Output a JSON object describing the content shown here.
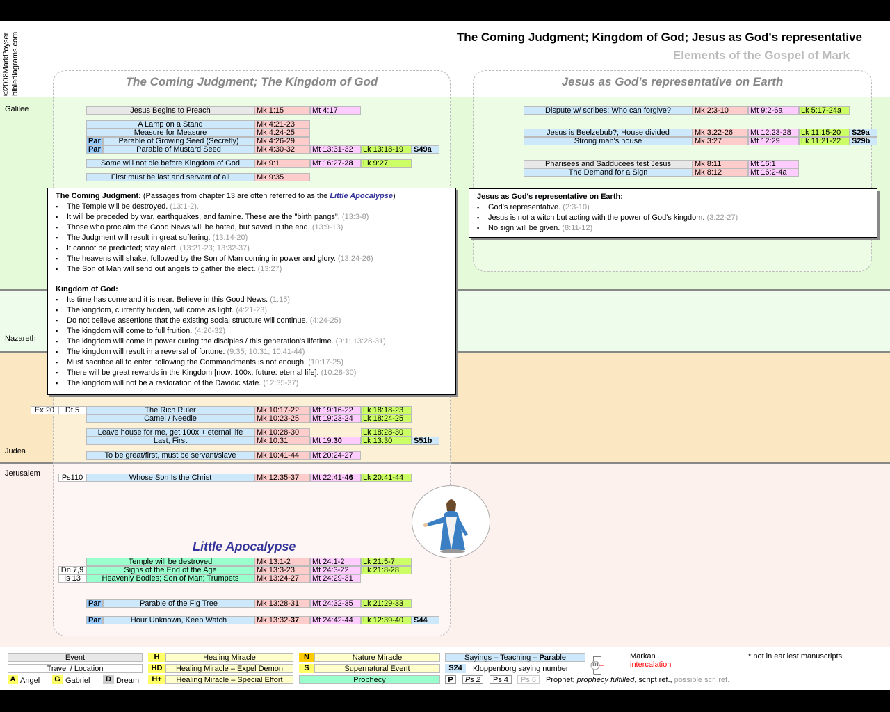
{
  "header": {
    "title": "The Coming Judgment; Kingdom of God; Jesus as God's representative",
    "subtitle": "Elements of the Gospel of Mark",
    "credit1": "©2008MarkPoyser",
    "credit2": "biblediagrams.com"
  },
  "locations": {
    "galilee": "Galilee",
    "nazareth": "Nazareth",
    "judea": "Judea",
    "jerusalem": "Jerusalem"
  },
  "panels": {
    "left_title": "The Coming Judgment; The Kingdom of God",
    "right_title": "Jesus as God's representative on Earth",
    "little_apocalypse": "Little Apocalypse"
  },
  "colors": {
    "teaching": "#cce8fa",
    "event": "#e8e8e8",
    "prophecy": "#99ffcc",
    "mk": "#ffcccc",
    "mt": "#ffccff",
    "lk": "#ccff66",
    "par": "#99ccff"
  },
  "par_label": "Par",
  "left_rows": [
    {
      "label": "Jesus Begins to Preach",
      "type": "event",
      "mk": "Mk 1:15",
      "mt": "Mt 4:17"
    },
    {
      "label": "A Lamp on a Stand",
      "type": "teaching",
      "mk": "Mk 4:21-23"
    },
    {
      "label": "Measure for Measure",
      "type": "teaching",
      "mk": "Mk 4:24-25"
    },
    {
      "label": "Parable of Growing Seed (Secretly)",
      "type": "teaching",
      "par": true,
      "mk": "Mk 4:26-29"
    },
    {
      "label": "Parable of Mustard Seed",
      "type": "teaching",
      "par": true,
      "mk": "Mk 4:30-32",
      "mt": "Mt 13:31-32",
      "lk": "Lk 13:18-19",
      "s": "S49a"
    },
    {
      "label": "Some will not die before Kingdom of God",
      "type": "teaching",
      "mk": "Mk 9:1",
      "mt": "Mt 16:27-",
      "mt_b": "28",
      "lk": "Lk 9:27"
    },
    {
      "label": "First must be last and servant of all",
      "type": "teaching",
      "mk": "Mk 9:35"
    },
    {
      "label": "The Rich Ruler",
      "type": "teaching",
      "mk": "Mk 10:17-22",
      "mt": "Mt 19:16-22",
      "lk": "Lk 18:18-23",
      "ot": [
        "Ex 20",
        "Dt 5"
      ]
    },
    {
      "label": "Camel / Needle",
      "type": "teaching",
      "mk": "Mk 10:23-25",
      "mt": "Mt 19:23-24",
      "lk": "Lk 18:24-25"
    },
    {
      "label": "Leave house for me, get 100x + eternal life",
      "type": "teaching",
      "mk": "Mk 10:28-30",
      "lk": "Lk 18:28-30"
    },
    {
      "label": "Last, First",
      "type": "teaching",
      "mk": "Mk 10:31",
      "mt": "Mt 19:",
      "mt_b": "30",
      "lk": "Lk 13:30",
      "s": "S51b"
    },
    {
      "label": "To be great/first, must be servant/slave",
      "type": "teaching",
      "mk": "Mk 10:41-44",
      "mt": "Mt 20:24-27"
    },
    {
      "label": "Whose Son Is the Christ",
      "type": "teaching",
      "mk": "Mk 12:35-37",
      "mt": "Mt 22:41-",
      "mt_b": "46",
      "lk": "Lk 20:41-44",
      "ot": [
        null,
        "Ps110"
      ]
    },
    {
      "label": "Temple will be destroyed",
      "type": "prophecy",
      "mk": "Mk 13:1-2",
      "mt": "Mt 24:1-2",
      "lk": "Lk 21:5-7"
    },
    {
      "label": "Signs of the End of the Age",
      "type": "prophecy",
      "mk": "Mk 13:3-23",
      "mt": "Mt 24:3-22",
      "lk": "Lk 21:8-28",
      "ot": [
        null,
        "Dn 7,9"
      ]
    },
    {
      "label": "Heavenly Bodies; Son of Man; Trumpets",
      "type": "prophecy",
      "mk": "Mk 13:24-27",
      "mt": "Mt 24:29-31",
      "ot": [
        null,
        "Is 13"
      ]
    },
    {
      "label": "Parable of the Fig Tree",
      "type": "teaching",
      "par": true,
      "mk": "Mk 13:28-31",
      "mt": "Mt 24:32-35",
      "lk": "Lk 21:29-33"
    },
    {
      "label": "Hour Unknown, Keep Watch",
      "type": "teaching",
      "par": true,
      "mk": "Mk 13:32-",
      "mk_b": "37",
      "mt": "Mt 24:42-44",
      "lk": "Lk 12:39-40",
      "s": "S44"
    }
  ],
  "right_rows": [
    {
      "label": "Dispute w/ scribes: Who can forgive?",
      "type": "teaching",
      "mk": "Mk 2:3-10",
      "mt": "Mt 9:2-6a",
      "lk": "Lk 5:17-24a"
    },
    {
      "label": "Jesus is Beelzebub?;  House divided",
      "type": "teaching",
      "mk": "Mk 3:22-26",
      "mt": "Mt 12:23-28",
      "lk": "Lk 11:15-20",
      "s": "S29a"
    },
    {
      "label": "Strong man's house",
      "type": "teaching",
      "mk": "Mk 3:27",
      "mt": "Mt 12:29",
      "lk": "Lk 11:21-22",
      "s": "S29b"
    },
    {
      "label": "Pharisees and Sadducees test Jesus",
      "type": "event",
      "mk": "Mk 8:11",
      "mt": "Mt 16:1"
    },
    {
      "label": "The Demand for a Sign",
      "type": "teaching",
      "mk": "Mk 8:12",
      "mt": "Mt 16:2-4a"
    }
  ],
  "popup_left": {
    "judgment_title": "The Coming Judgment:",
    "judgment_intro": " (Passages from chapter 13 are often referred to as the ",
    "judgment_intro_em": "Little Apocalypse",
    "judgment_intro_end": ")",
    "judgment_items": [
      {
        "text": "The Temple will be destroyed. ",
        "ref": "(13:1-2)."
      },
      {
        "text": "It will be preceded by war, earthquakes, and famine.  These are the \"birth pangs\". ",
        "ref": "(13:3-8)"
      },
      {
        "text": "Those who proclaim the Good News will be hated, but saved in the end. ",
        "ref": "(13:9-13)"
      },
      {
        "text": "The Judgment will result in great suffering. ",
        "ref": "(13:14-20)"
      },
      {
        "text": "It cannot be predicted; stay alert. ",
        "ref": "(13:21-23; 13:32-37)"
      },
      {
        "text": "The heavens will shake, followed by the Son of Man coming in power and glory. ",
        "ref": "(13:24-26)"
      },
      {
        "text": "The Son of Man will send out angels to gather the elect. ",
        "ref": "(13:27)"
      }
    ],
    "kingdom_title": "Kingdom of God:",
    "kingdom_items": [
      {
        "text": "Its time has come and it is near.  Believe in this Good News. ",
        "ref": "(1:15)"
      },
      {
        "text": "The kingdom, currently hidden, will come as light. ",
        "ref": "(4:21-23)"
      },
      {
        "text": "Do not believe assertions that the existing social structure will continue. ",
        "ref": "(4:24-25)"
      },
      {
        "text": "The kingdom will come to full fruition. ",
        "ref": "(4:26-32)"
      },
      {
        "text": "The kingdom will come in power during the disciples / this generation's lifetime. ",
        "ref": "(9:1; 13:28-31)"
      },
      {
        "text": "The kingdom will result in a reversal of fortune. ",
        "ref": "(9:35; 10:31; 10:41-44)"
      },
      {
        "text": "Must sacrifice all to enter, following the Commandments is not enough. ",
        "ref": "(10:17-25)"
      },
      {
        "text": "There will be great rewards in the Kingdom [now: 100x, future: eternal life]. ",
        "ref": "(10:28-30)"
      },
      {
        "text": "The kingdom will not be a restoration of the Davidic state. ",
        "ref": "(12:35-37)"
      }
    ]
  },
  "popup_right": {
    "title": "Jesus as God's representative on Earth:",
    "items": [
      {
        "text": "God's representative. ",
        "ref": "(2:3-10)"
      },
      {
        "text": "Jesus is not a witch but acting with the power of God's kingdom. ",
        "ref": "(3:22-27)"
      },
      {
        "text": "No sign will be given. ",
        "ref": "(8:11-12)"
      }
    ]
  },
  "legend": {
    "event": "Event",
    "travel": "Travel / Location",
    "angel_tag": "A",
    "angel": "Angel",
    "gabriel_tag": "G",
    "gabriel": "Gabriel",
    "dream_tag": "D",
    "dream": "Dream",
    "h_tag": "H",
    "h": "Healing Miracle",
    "hd_tag": "HD",
    "hd": "Healing Miracle – Expel Demon",
    "hp_tag": "H+",
    "hp": "Healing Miracle – Special Effort",
    "n_tag": "N",
    "n": "Nature Miracle",
    "s_tag": "S",
    "s": "Supernatural Event",
    "prophecy": "Prophecy",
    "sayings_a": "Sayings – Teaching – ",
    "sayings_b": "Par",
    "sayings_c": "able",
    "s24": "S24",
    "kloppenborg": "Kloppenborg saying number",
    "p_tag": "P",
    "ps2": "Ps 2",
    "ps4": "Ps 4",
    "ps6": "Ps 6",
    "prophet": "Prophet; ",
    "fulfilled": "prophecy fulfilled",
    ", script": ", script ref., ",
    "possible": "possible scr. ref.",
    "m_icon": "m",
    "markan": "Markan",
    "intercalation": "intercalation",
    "note": "* not in earliest manuscripts"
  }
}
